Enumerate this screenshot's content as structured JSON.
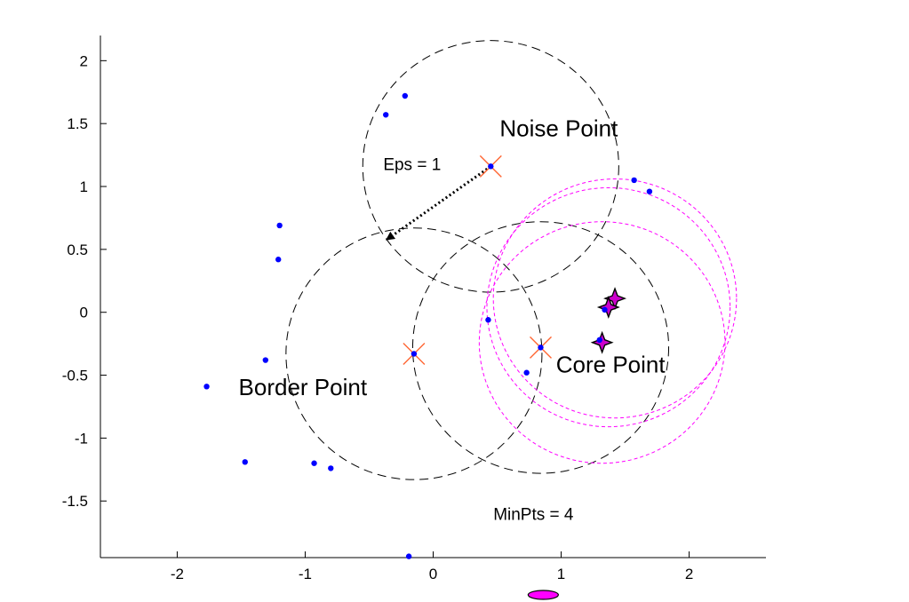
{
  "chart_data": {
    "type": "scatter",
    "xlim": [
      -2.6,
      2.6
    ],
    "ylim": [
      -1.95,
      2.2
    ],
    "grid": false,
    "box": "left-bottom axes only",
    "x_ticks": [
      {
        "value": -2,
        "label": "-2"
      },
      {
        "value": -1,
        "label": "-1"
      },
      {
        "value": 0,
        "label": "0"
      },
      {
        "value": 1,
        "label": "1"
      },
      {
        "value": 2,
        "label": "2"
      }
    ],
    "y_ticks": [
      {
        "value": 2,
        "label": "2"
      },
      {
        "value": 1.5,
        "label": "1.5"
      },
      {
        "value": 1,
        "label": "1"
      },
      {
        "value": 0.5,
        "label": "0.5"
      },
      {
        "value": 0,
        "label": "0"
      },
      {
        "value": -0.5,
        "label": "-0.5"
      },
      {
        "value": -1,
        "label": "-1"
      },
      {
        "value": -1.5,
        "label": "-1.5"
      }
    ],
    "points": [
      {
        "x": -0.22,
        "y": 1.72
      },
      {
        "x": -0.37,
        "y": 1.57
      },
      {
        "x": 0.45,
        "y": 1.16
      },
      {
        "x": 1.57,
        "y": 1.05
      },
      {
        "x": 1.69,
        "y": 0.96
      },
      {
        "x": -1.2,
        "y": 0.69
      },
      {
        "x": -1.21,
        "y": 0.42
      },
      {
        "x": 0.43,
        "y": -0.06
      },
      {
        "x": 1.34,
        "y": 0.02
      },
      {
        "x": 1.3,
        "y": -0.22
      },
      {
        "x": 0.84,
        "y": -0.28
      },
      {
        "x": -0.15,
        "y": -0.33
      },
      {
        "x": -1.31,
        "y": -0.38
      },
      {
        "x": 0.73,
        "y": -0.48
      },
      {
        "x": -1.77,
        "y": -0.59
      },
      {
        "x": -1.47,
        "y": -1.19
      },
      {
        "x": -0.93,
        "y": -1.2
      },
      {
        "x": -0.8,
        "y": -1.24
      },
      {
        "x": -0.19,
        "y": -1.94
      }
    ],
    "point_color": "#0000ff",
    "eps_circles": [
      {
        "cx": 0.45,
        "cy": 1.16,
        "r": 1
      },
      {
        "cx": -0.15,
        "cy": -0.33,
        "r": 1
      },
      {
        "cx": 0.84,
        "cy": -0.28,
        "r": 1
      }
    ],
    "eps_circle_color": "#000000",
    "core_circles": [
      {
        "cx": 1.42,
        "cy": 0.11,
        "r": 0.95
      },
      {
        "cx": 1.37,
        "cy": 0.04,
        "r": 0.95
      },
      {
        "cx": 1.32,
        "cy": -0.24,
        "r": 0.96
      }
    ],
    "core_circle_color": "#ff00ff",
    "x_markers": [
      {
        "x": 0.45,
        "y": 1.16
      },
      {
        "x": -0.15,
        "y": -0.33
      },
      {
        "x": 0.84,
        "y": -0.28
      }
    ],
    "x_marker_color": "#ff6633",
    "star_markers": [
      {
        "x": 1.42,
        "y": 0.11
      },
      {
        "x": 1.37,
        "y": 0.04
      },
      {
        "x": 1.32,
        "y": -0.24
      }
    ],
    "star_fill": "#cc00cc",
    "arrow": {
      "from": [
        0.45,
        1.16
      ],
      "to": [
        -0.36,
        0.58
      ]
    },
    "legend_marker_color": "#ff00ff",
    "annotations": [
      {
        "id": "noise",
        "text": "Noise Point",
        "x": 0.52,
        "y": 1.4,
        "size": "big"
      },
      {
        "id": "eps",
        "text": "Eps = 1",
        "x": -0.39,
        "y": 1.13,
        "size": "small"
      },
      {
        "id": "core",
        "text": "Core Point",
        "x": 0.96,
        "y": -0.48,
        "size": "big"
      },
      {
        "id": "border",
        "text": "Border Point",
        "x": -1.52,
        "y": -0.66,
        "size": "big"
      },
      {
        "id": "minpts",
        "text": "MinPts = 4",
        "x": 0.47,
        "y": -1.65,
        "size": "small"
      }
    ]
  }
}
